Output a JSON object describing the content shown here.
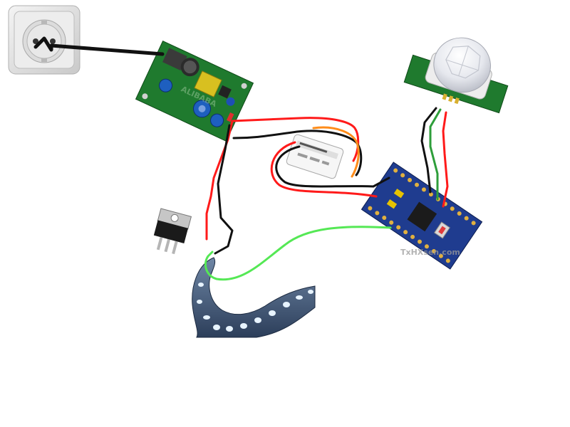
{
  "components": [
    {
      "id": "wall-socket",
      "label": ""
    },
    {
      "id": "ac-dc-power-supply",
      "label": ""
    },
    {
      "id": "dc-dc-converter",
      "label": ""
    },
    {
      "id": "voltage-regulator",
      "label": ""
    },
    {
      "id": "led-strip",
      "label": ""
    },
    {
      "id": "arduino-pro-mini",
      "label": ""
    },
    {
      "id": "pir-sensor",
      "label": ""
    }
  ],
  "wire_colors": {
    "power": "#ff1a1a",
    "ground": "#111111",
    "signal": "#2e9e3a",
    "data": "#55e855",
    "aux": "#ff8c1a"
  },
  "watermarks": {
    "psu": "ALIBABA",
    "board": "TxHXsen.com"
  }
}
